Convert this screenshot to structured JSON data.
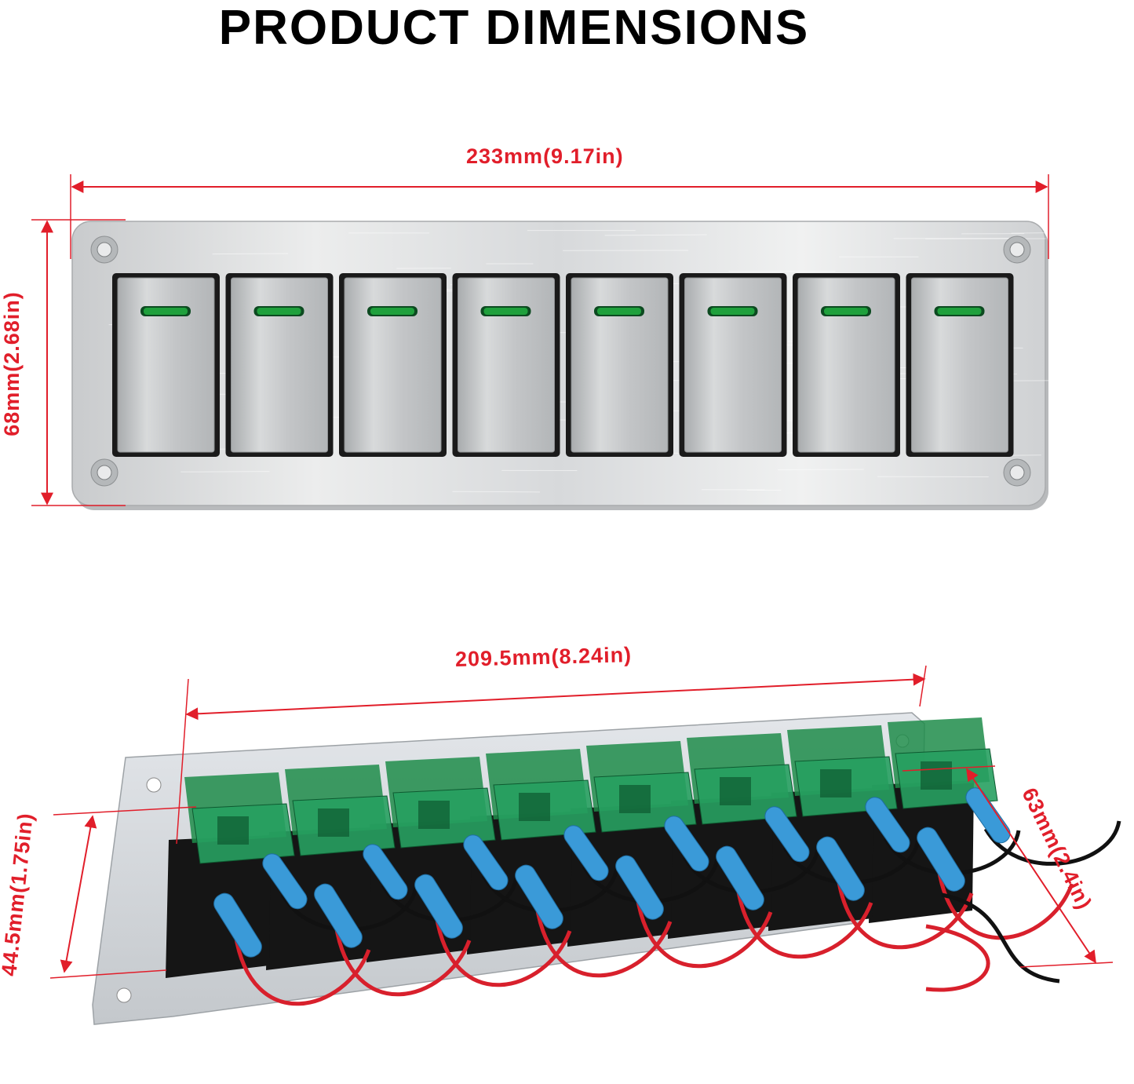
{
  "title": "PRODUCT DIMENSIONS",
  "colors": {
    "dimension_red": "#e11e2a",
    "panel_silver": "#d9dbdd",
    "indicator_green": "#1fa03c",
    "fuse_green": "#1e8c4a",
    "terminal_blue": "#3a9ad8",
    "wire_red": "#d8202c",
    "wire_black": "#111111"
  },
  "front_view": {
    "width_label": "233mm(9.17in)",
    "height_label": "68mm(2.68in)",
    "switch_count": 8
  },
  "back_view": {
    "width_label": "209.5mm(8.24in)",
    "depth_label": "63mm(2.4in)",
    "height_label": "44.5mm(1.75in)",
    "switch_count": 8
  }
}
